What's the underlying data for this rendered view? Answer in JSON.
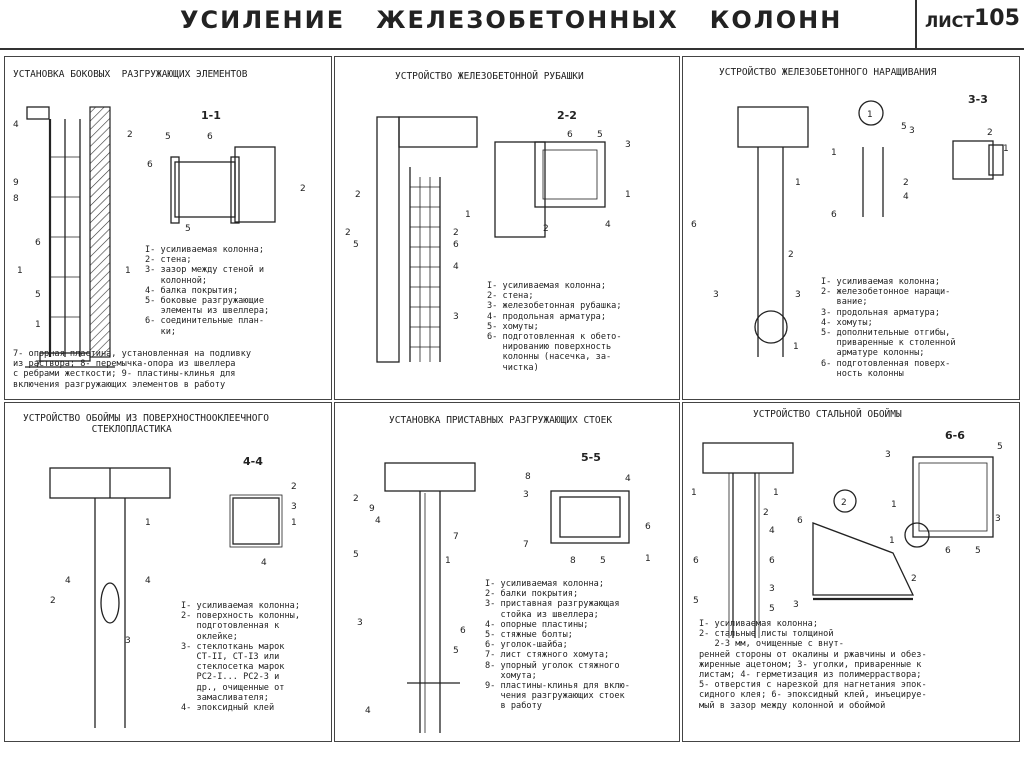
{
  "header": {
    "title": "УСИЛЕНИЕ   ЖЕЛЕЗОБЕТОННЫХ   КОЛОНН",
    "sheet_label": "ЛИСТ",
    "sheet_number": "105"
  },
  "panels": {
    "p1": {
      "title": "УСТАНОВКА БОКОВЫХ  РАЗГРУЖАЮЩИХ ЭЛЕМЕНТОВ",
      "section": "1-1",
      "legend": "I- усиливаемая колонна;\n2- стена;\n3- зазор между стеной и\n   колонной;\n4- балка покрытия;\n5- боковые разгружающие\n   элементы из швеллера;\n6- соединительные план-\n   ки;",
      "legend2": "7- опорная пластина, установленная на подливку\nиз раствора; 8- перемычка-опора из швеллера\nс ребрами жесткости; 9- пластины-клинья для\nвключения разгружающих элементов в работу"
    },
    "p2": {
      "title": "УСТРОЙСТВО ЖЕЛЕЗОБЕТОННОЙ РУБАШКИ",
      "section": "2-2",
      "legend": "I- усиливаемая колонна;\n2- стена;\n3- железобетонная рубашка;\n4- продольная арматура;\n5- хомуты;\n6- подготовленная к обето-\n   нированию поверхность\n   колонны (насечка, за-\n   чистка)"
    },
    "p3": {
      "title": "УСТРОЙСТВО ЖЕЛЕЗОБЕТОННОГО НАРАЩИВАНИЯ",
      "section": "3-3",
      "legend": "I- усиливаемая колонна;\n2- железобетонное наращи-\n   вание;\n3- продольная арматура;\n4- хомуты;\n5- дополнительные отгибы,\n   приваренные к столенной\n   арматуре колонны;\n6- подготовленная поверх-\n   ность колонны"
    },
    "p4": {
      "title": "УСТРОЙСТВО ОБОЙМЫ ИЗ ПОВЕРХНОСТНООКЛЕЕЧНОГО\n            СТЕКЛОПЛАСТИКА",
      "section": "4-4",
      "legend": "I- усиливаемая колонна;\n2- поверхность колонны,\n   подготовленная к\n   оклейке;\n3- стеклоткань марок\n   СТ-II, СТ-I3 или\n   стеклосетка марок\n   РС2-I... РС2-3 и\n   др., очищенные от\n   замасливателя;\n4- эпоксидный клей"
    },
    "p5": {
      "title": "УСТАНОВКА ПРИСТАВНЫХ РАЗГРУЖАЮЩИХ СТОЕК",
      "section": "5-5",
      "legend": "I- усиливаемая колонна;\n2- балки покрытия;\n3- приставная разгружающая\n   стойка из швеллера;\n4- опорные пластины;\n5- стяжные болты;\n6- уголок-шайба;\n7- лист стяжного хомута;\n8- упорный уголок стяжного\n   хомута;\n9- пластины-клинья для вклю-\n   чения разгружающих стоек\n   в работу"
    },
    "p6": {
      "title": "УСТРОЙСТВО СТАЛЬНОЙ ОБОЙМЫ",
      "section": "6-6",
      "legend": "I- усиливаемая колонна;\n2- стальные листы толщиной\n   2-3 мм, очищенные с внут-\nренней стороны от окалины и ржавчины и обез-\nжиренные ацетоном; 3- уголки, приваренные к\nлистам; 4- герметизация из полимерраствора;\n5- отверстия с нарезкой для нагнетания эпок-\nсидного клея; 6- эпоксидный клей, инъецируе-\nмый в зазор между колонной и обоймой"
    }
  }
}
